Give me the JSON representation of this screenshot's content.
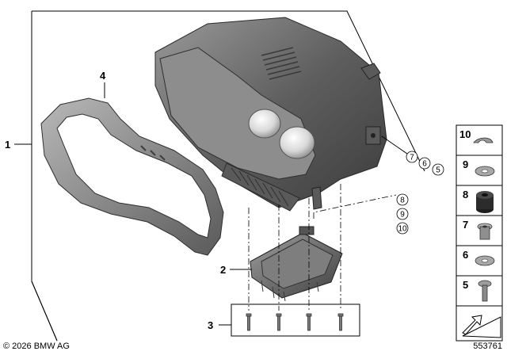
{
  "callouts": {
    "c1": "1",
    "c2": "2",
    "c3": "3",
    "c4": "4"
  },
  "reference_circles": {
    "top": [
      "7",
      "6",
      "5"
    ],
    "bottom": [
      "8",
      "9",
      "10"
    ]
  },
  "side_panel": [
    {
      "number": "10",
      "part_icon": "clip-icon"
    },
    {
      "number": "9",
      "part_icon": "washer-icon"
    },
    {
      "number": "8",
      "part_icon": "rubber-grommet-icon"
    },
    {
      "number": "7",
      "part_icon": "bushing-icon"
    },
    {
      "number": "6",
      "part_icon": "washer-icon"
    },
    {
      "number": "5",
      "part_icon": "screw-icon"
    }
  ],
  "nav_icon": "arrow-navigation-icon",
  "footer": {
    "copyright": "© 2026 BMW AG",
    "diagram_id": "553761"
  },
  "colors": {
    "housing": "#6f6f6f",
    "housing_dark": "#4a4a4a",
    "frame": "#8c8c8c",
    "panel_border": "#000000"
  }
}
